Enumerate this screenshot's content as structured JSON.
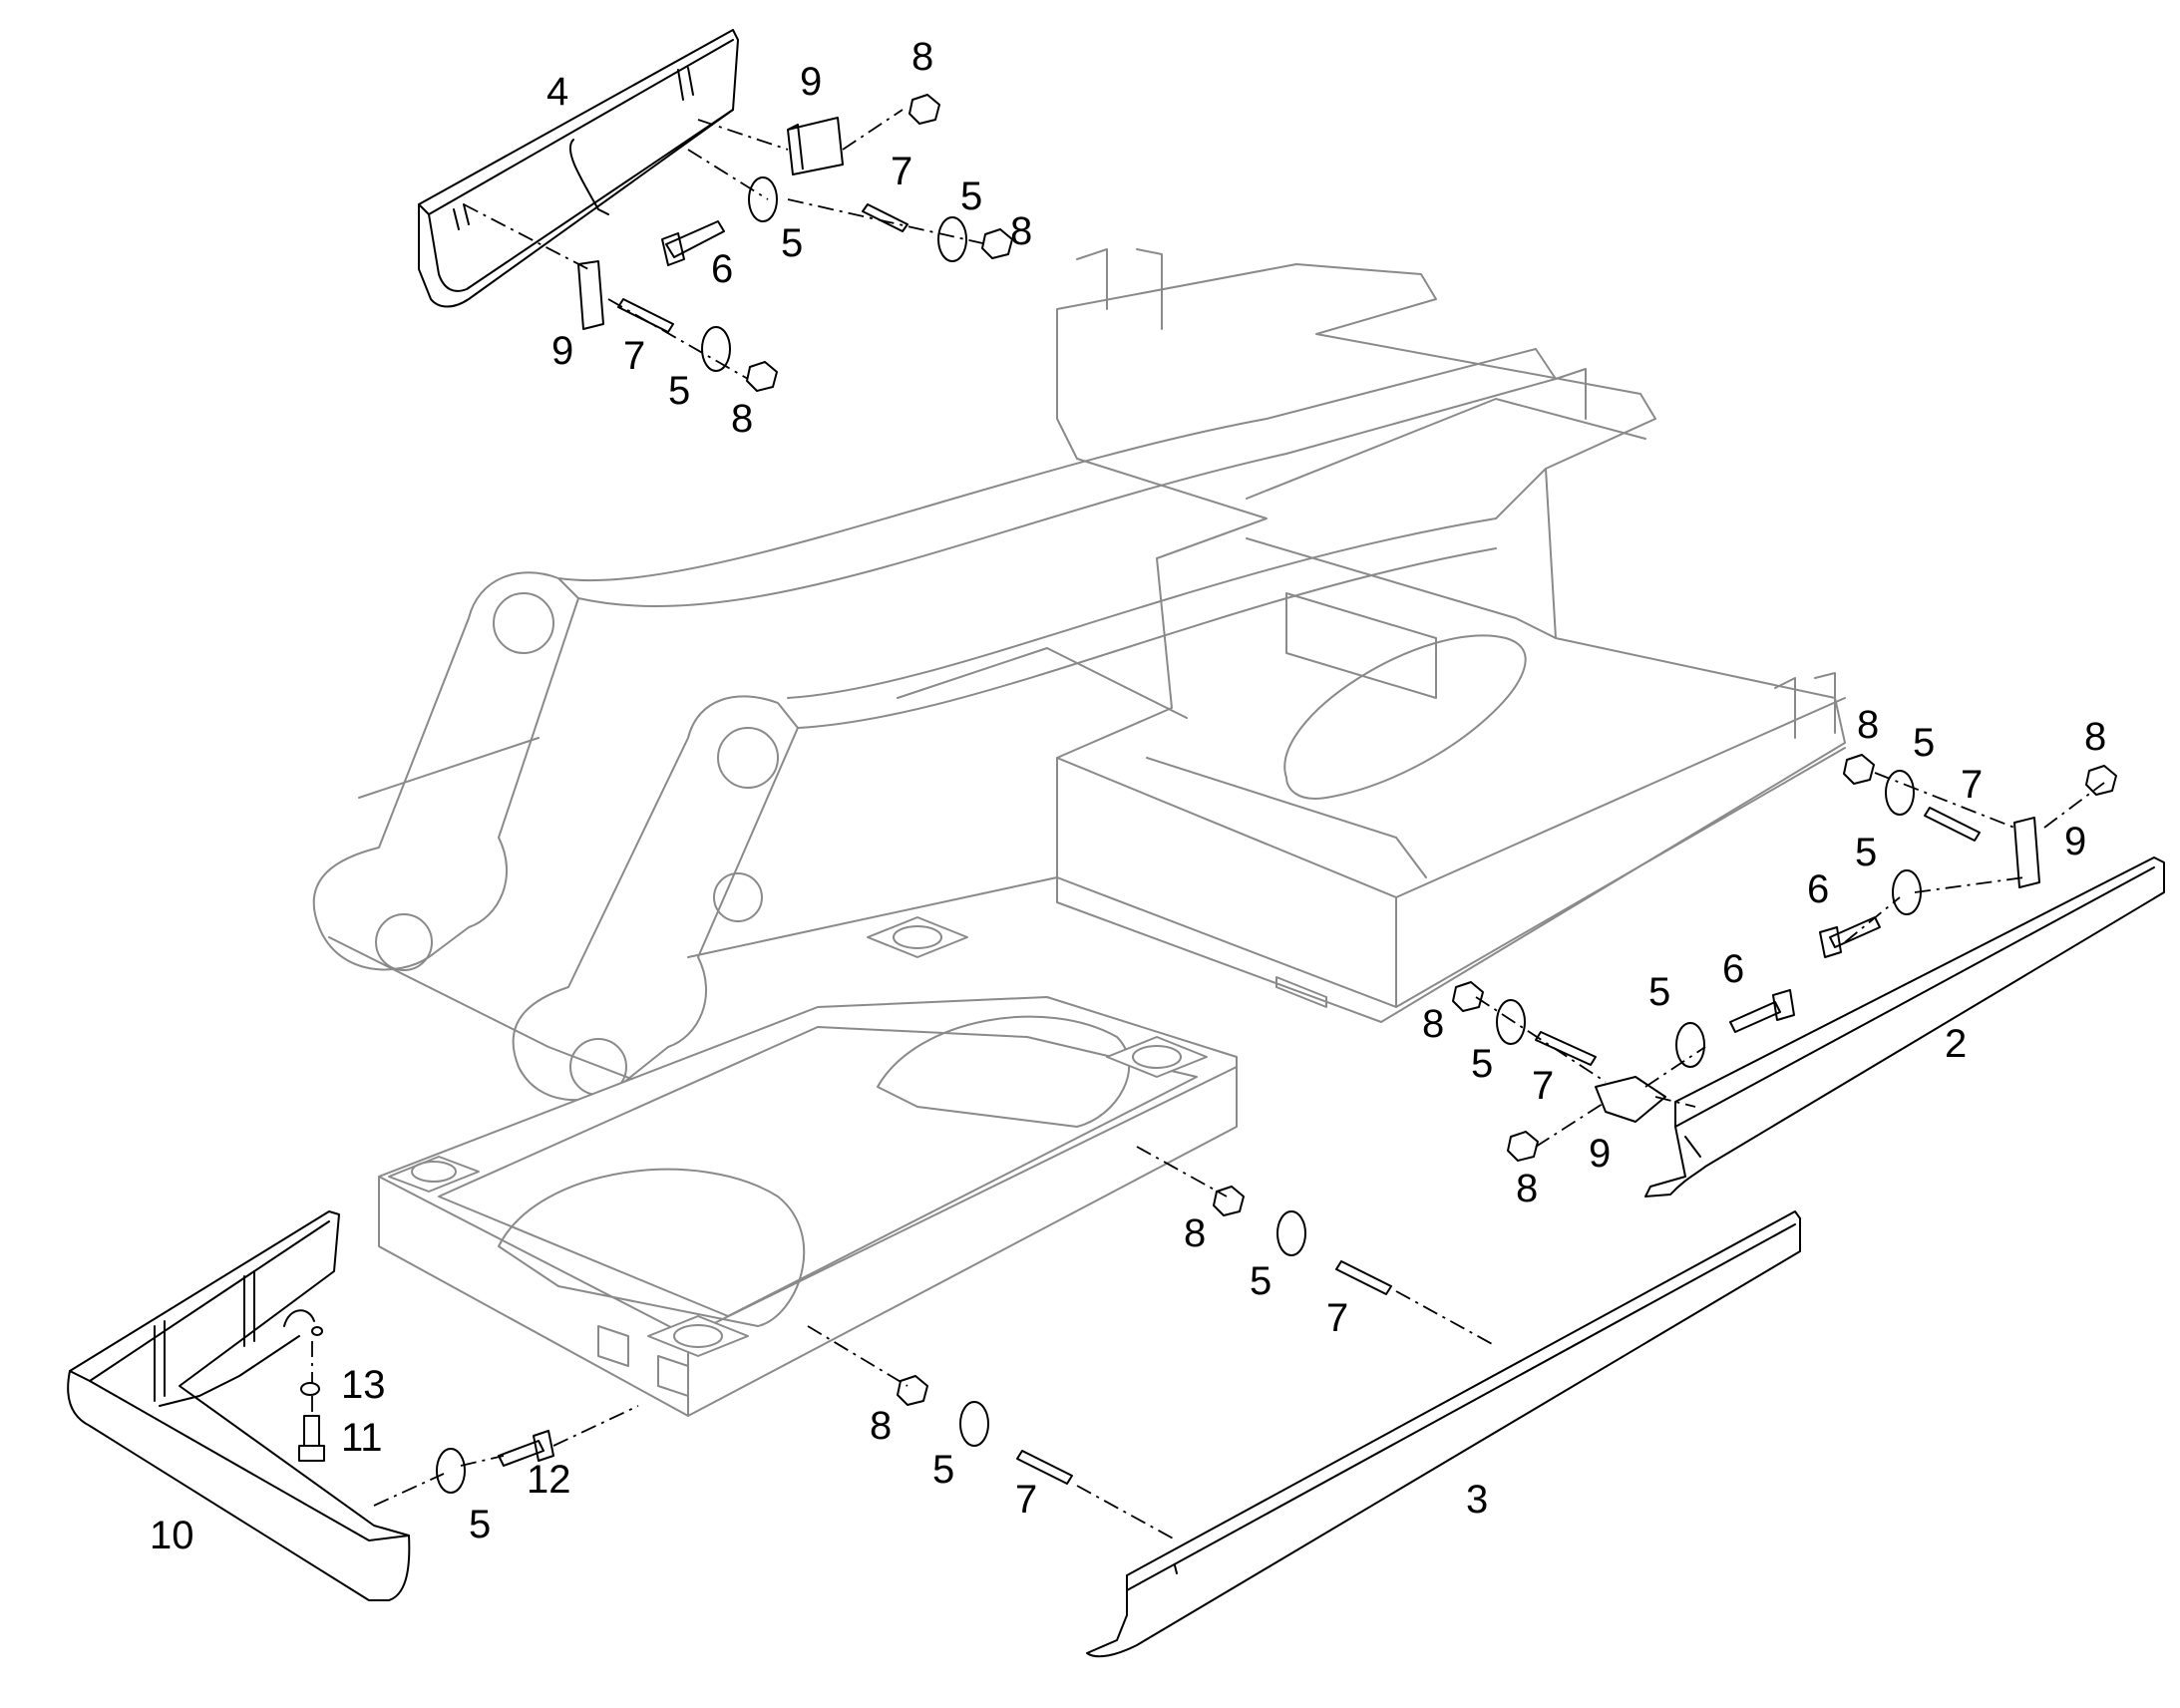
{
  "callouts": [
    {
      "id": "c1",
      "text": "4"
    },
    {
      "id": "c2",
      "text": "9"
    },
    {
      "id": "c3",
      "text": "8"
    },
    {
      "id": "c4",
      "text": "7"
    },
    {
      "id": "c5",
      "text": "5"
    },
    {
      "id": "c6",
      "text": "8"
    },
    {
      "id": "c7",
      "text": "6"
    },
    {
      "id": "c8",
      "text": "5"
    },
    {
      "id": "c9",
      "text": "9"
    },
    {
      "id": "c10",
      "text": "7"
    },
    {
      "id": "c11",
      "text": "5"
    },
    {
      "id": "c12",
      "text": "8"
    },
    {
      "id": "c13",
      "text": "8"
    },
    {
      "id": "c14",
      "text": "5"
    },
    {
      "id": "c15",
      "text": "7"
    },
    {
      "id": "c16",
      "text": "8"
    },
    {
      "id": "c17",
      "text": "9"
    },
    {
      "id": "c18",
      "text": "5"
    },
    {
      "id": "c19",
      "text": "6"
    },
    {
      "id": "c20",
      "text": "6"
    },
    {
      "id": "c21",
      "text": "5"
    },
    {
      "id": "c22",
      "text": "8"
    },
    {
      "id": "c23",
      "text": "5"
    },
    {
      "id": "c24",
      "text": "7"
    },
    {
      "id": "c25",
      "text": "2"
    },
    {
      "id": "c26",
      "text": "9"
    },
    {
      "id": "c27",
      "text": "8"
    },
    {
      "id": "c28",
      "text": "8"
    },
    {
      "id": "c29",
      "text": "5"
    },
    {
      "id": "c30",
      "text": "7"
    },
    {
      "id": "c31",
      "text": "13"
    },
    {
      "id": "c32",
      "text": "11"
    },
    {
      "id": "c33",
      "text": "12"
    },
    {
      "id": "c34",
      "text": "10"
    },
    {
      "id": "c35",
      "text": "5"
    },
    {
      "id": "c36",
      "text": "8"
    },
    {
      "id": "c37",
      "text": "5"
    },
    {
      "id": "c38",
      "text": "7"
    },
    {
      "id": "c39",
      "text": "3"
    }
  ]
}
